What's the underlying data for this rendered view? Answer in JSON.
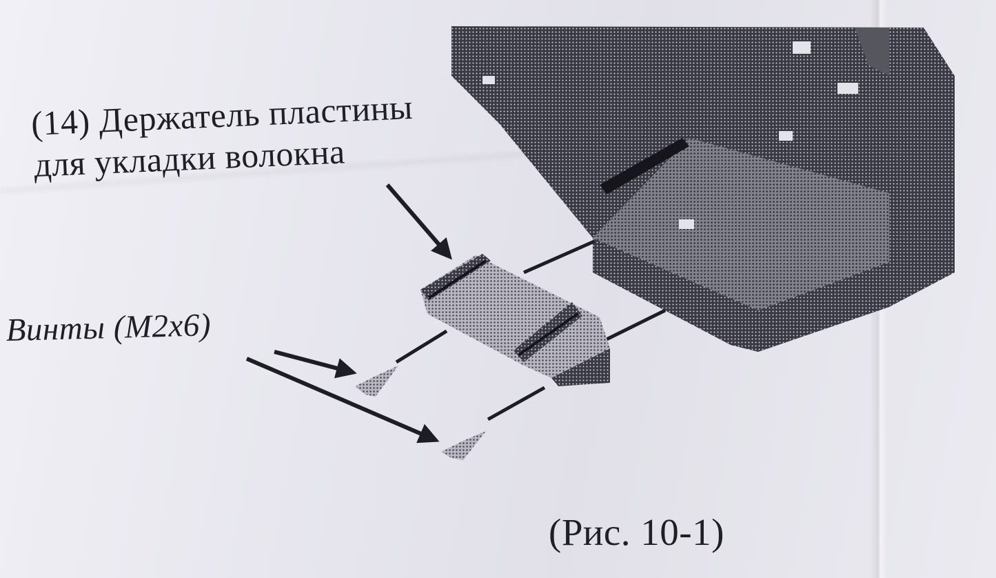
{
  "labels": {
    "holder_line1": "(14) Держатель пластины",
    "holder_line2": "для укладки волокна",
    "screws": "Винты (M2x6)",
    "figure_caption": "(Рис. 10-1)"
  },
  "colors": {
    "paper": "#e9e7ee",
    "ink": "#1f1f26",
    "halftone_dark": "#2b2b33",
    "halftone_mid": "#6a6a74"
  }
}
